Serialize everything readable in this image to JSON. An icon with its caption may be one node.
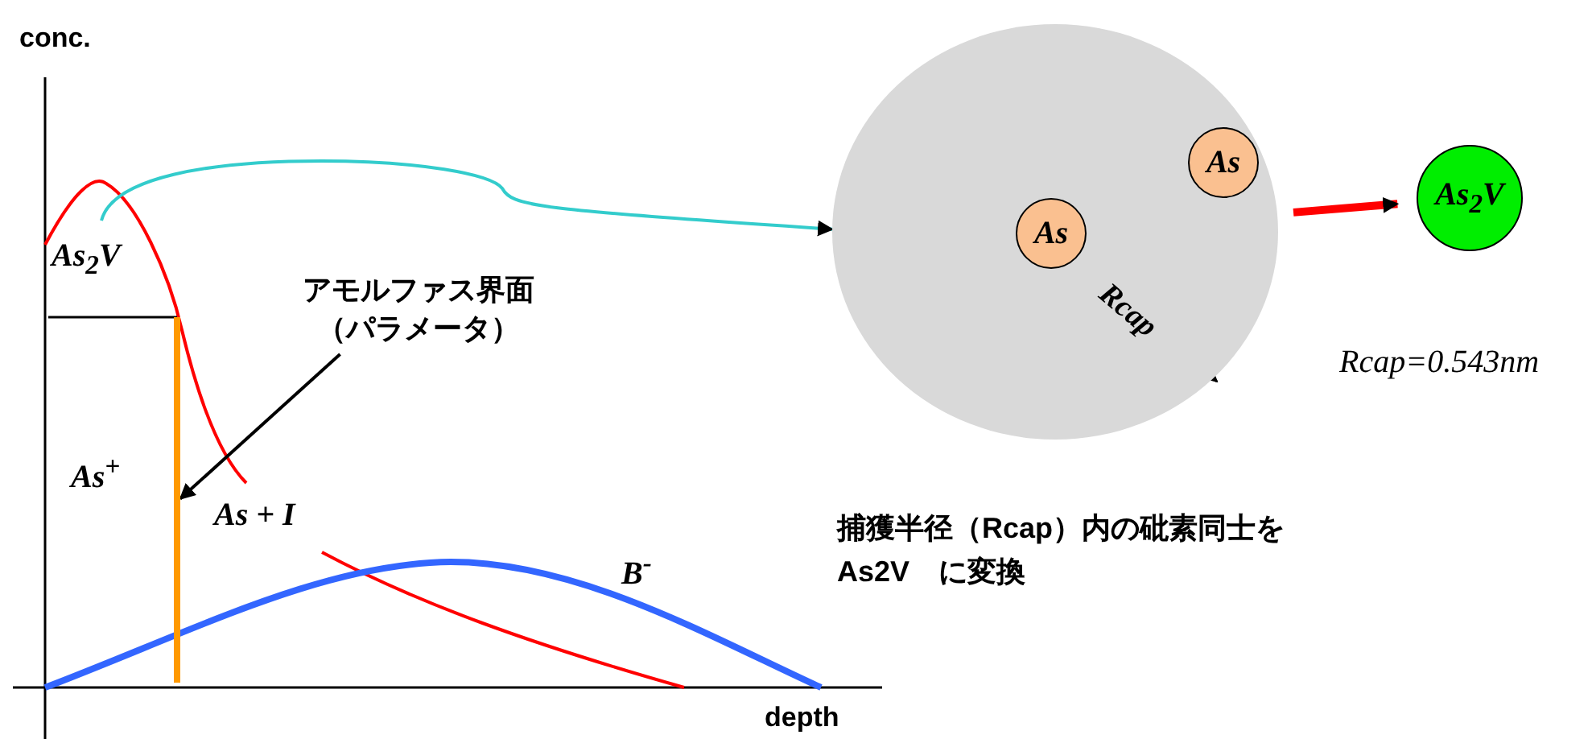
{
  "diagram": {
    "nodes": [
      {
        "text": [],
        "shape": "circle"
      },
      {
        "text": [
          "As"
        ],
        "in": 0
      },
      {
        "text": [
          "As"
        ],
        "in": 0
      },
      {
        "text": [
          "As$_{2}$V"
        ]
      },
      {
        "text": [
          "アモルファス界面（パラメータ）"
        ]
      },
      {
        "text": [],
        "shape": "line"
      }
    ],
    "edges": [
      {
        "from": null,
        "to": 0,
        "arrow": "to",
        "color": "#33cccc"
      },
      {
        "from": 0,
        "to": 3,
        "arrow": "to",
        "style": "thick",
        "color": "#ff0000"
      },
      {
        "from": 4,
        "to": 5,
        "arrow": "to",
        "color": "#000000"
      }
    ],
    "labels": [
      "conc.",
      "depth",
      "As$_{2}$V",
      "As$^{+}$",
      "As + I",
      "B$^{-}$",
      "Rcap",
      "Rcap=0.543nm",
      "捕獲半径（Rcap）内の砒素同士を",
      "As2V　に変換"
    ]
  }
}
